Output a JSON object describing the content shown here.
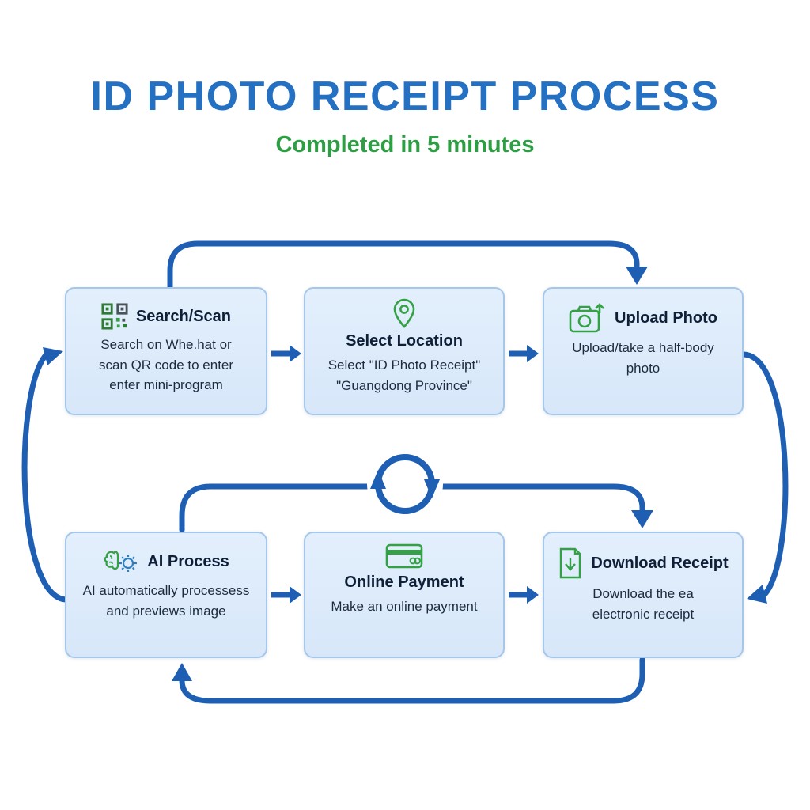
{
  "header": {
    "title": "ID PHOTO RECEIPT PROCESS",
    "subtitle": "Completed in 5 minutes"
  },
  "steps": [
    {
      "id": "search-scan",
      "title": "Search/Scan",
      "description": "Search on Whe.hat or\nscan QR code to enter\nenter mini-program",
      "icon": "qr-code-icon"
    },
    {
      "id": "select-location",
      "title": "Select Location",
      "description": "Select \"ID Photo Receipt\"\n\"Guangdong Province\"",
      "icon": "location-pin-icon"
    },
    {
      "id": "upload-photo",
      "title": "Upload Photo",
      "description": "Upload/take a half-body\nphoto",
      "icon": "camera-upload-icon"
    },
    {
      "id": "ai-process",
      "title": "AI Process",
      "description": "AI automatically processess\nand previews image",
      "icon": "brain-gear-icon"
    },
    {
      "id": "online-payment",
      "title": "Online Payment",
      "description": "Make an online payment",
      "icon": "credit-card-icon"
    },
    {
      "id": "download-receipt",
      "title": "Download Receipt",
      "description": "Download the ea\nelectronic receipt",
      "icon": "document-download-icon"
    }
  ],
  "colors": {
    "title": "#2470c2",
    "subtitle": "#2e9e44",
    "arrow": "#1e5fb4",
    "box_fill": "#d7e7f9",
    "box_border": "#a5c7ea",
    "icon_green": "#35a146",
    "text": "#1d2b3f"
  }
}
